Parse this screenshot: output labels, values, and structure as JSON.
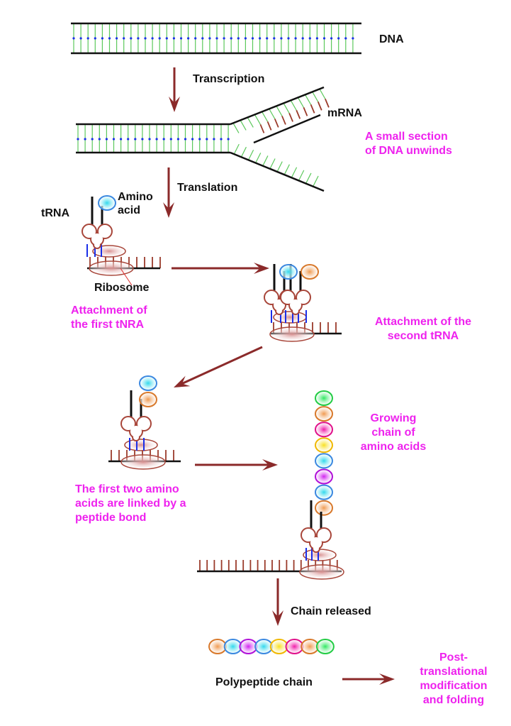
{
  "labels": {
    "dna": "DNA",
    "transcription": "Transcription",
    "mrna": "mRNA",
    "translation": "Translation",
    "trna": "tRNA",
    "amino_acid": [
      "Amino",
      "acid"
    ],
    "ribosome": "Ribosome",
    "chain_released": "Chain released",
    "polypeptide_chain": "Polypeptide chain"
  },
  "annotations": {
    "unwinds": [
      "A small section",
      "of DNA unwinds"
    ],
    "first_trna": [
      "Attachment of",
      "the first tNRA"
    ],
    "second_trna": [
      "Attachment of the",
      "second tRNA"
    ],
    "peptide_bond": [
      "The first two amino",
      "acids are linked by a",
      "peptide bond"
    ],
    "growing_chain": [
      "Growing",
      "chain of",
      "amino acids"
    ],
    "post_translational": [
      "Post-",
      "translational",
      "modification",
      "and folding"
    ]
  },
  "colors": {
    "arrow": "#8b2a2a",
    "strand": "#111111",
    "base_pair": "#5cc85c",
    "hydrogen_bond": "#1a2ee8",
    "mrna_base": "#9a3a2a",
    "ribosome": "#a8463a",
    "annotation": "#ee22ee",
    "amino_acids": {
      "green": [
        "#2ee860",
        "#22cc44"
      ],
      "orange": [
        "#f09a50",
        "#d8782a"
      ],
      "pink": [
        "#f01aa8",
        "#e0108a"
      ],
      "yellow": [
        "#f8e020",
        "#f0b800"
      ],
      "cyan": [
        "#30d8ec",
        "#3a88e0"
      ],
      "purple": [
        "#d020f0",
        "#b010d8"
      ]
    }
  },
  "growing_chain_sequence": [
    "green",
    "orange",
    "pink",
    "yellow",
    "cyan",
    "purple",
    "cyan",
    "orange"
  ],
  "polypeptide_sequence": [
    "orange",
    "cyan",
    "purple",
    "cyan",
    "yellow",
    "pink",
    "orange",
    "green"
  ]
}
